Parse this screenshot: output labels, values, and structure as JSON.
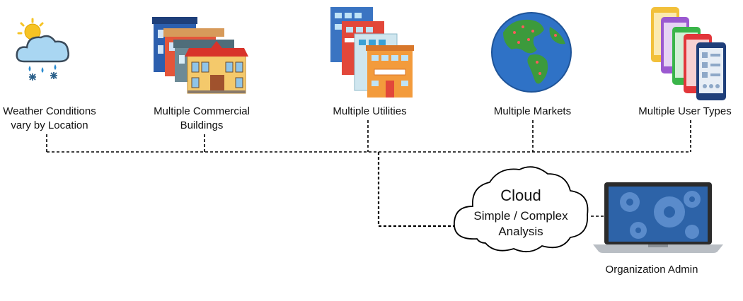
{
  "nodes": {
    "weather": {
      "line1": "Weather Conditions",
      "line2": "vary by Location",
      "icon": "weather-icon"
    },
    "buildings": {
      "line1": "Multiple Commercial",
      "line2": "Buildings",
      "icon": "buildings-icon"
    },
    "utilities": {
      "line1": "Multiple Utilities",
      "icon": "utilities-icon"
    },
    "markets": {
      "line1": "Multiple Markets",
      "icon": "globe-icon"
    },
    "users": {
      "line1": "Multiple User Types",
      "icon": "phones-icon"
    }
  },
  "cloud": {
    "title": "Cloud",
    "line1": "Simple / Complex",
    "line2": "Analysis",
    "icon": "cloud-icon"
  },
  "admin": {
    "label": "Organization Admin",
    "icon": "laptop-icon"
  },
  "colors": {
    "line": "#000000",
    "globe_ocean": "#2f72c6",
    "globe_land": "#3c9a3c",
    "laptop_screen": "#2d63a8"
  }
}
